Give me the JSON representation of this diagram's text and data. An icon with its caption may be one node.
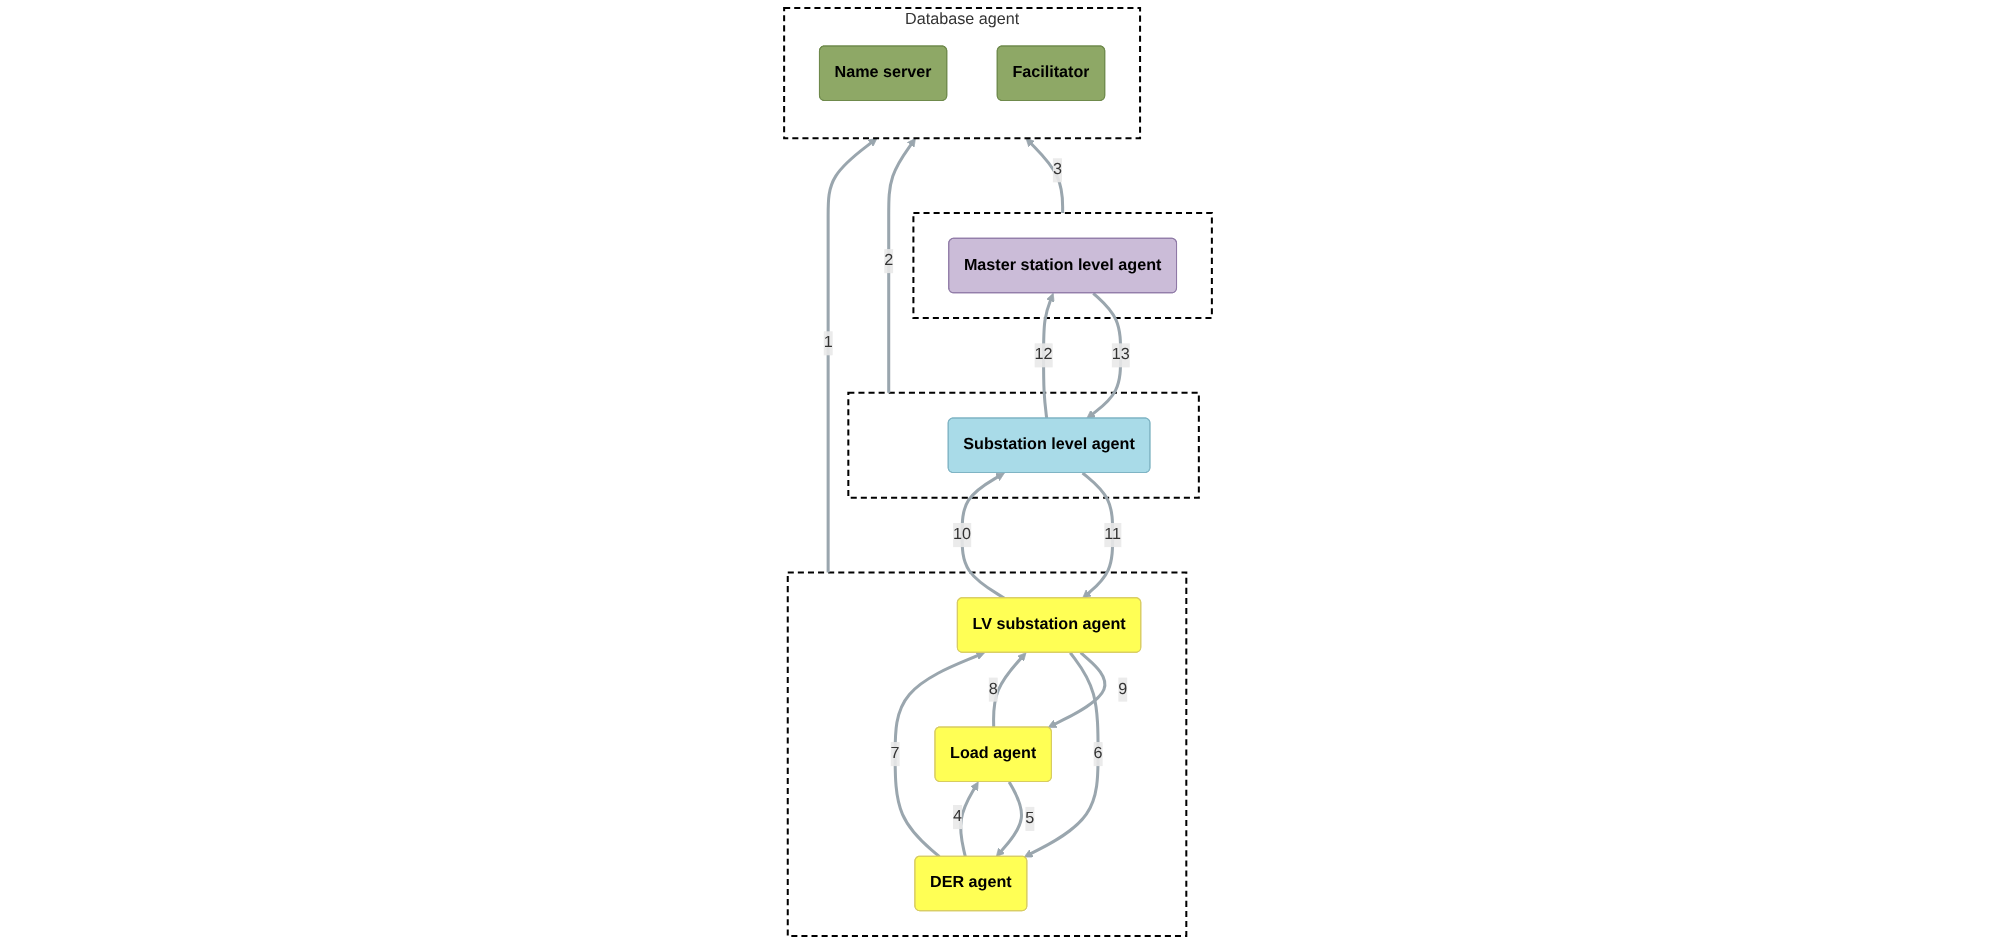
{
  "diagram": {
    "nodes": [
      {
        "text": [
          "Database agent"
        ]
      },
      {
        "text": [
          "Name server"
        ],
        "in": 0
      },
      {
        "text": [
          "Facilitator"
        ],
        "in": 0
      },
      {
        "text": [],
        "shape": "box"
      },
      {
        "text": [
          "DER agent"
        ],
        "in": 3
      },
      {
        "text": [
          "Load agent"
        ],
        "in": 3
      },
      {
        "text": [
          "LV substation agent"
        ],
        "in": 3
      },
      {
        "text": [],
        "shape": "box"
      },
      {
        "text": [
          "Substation level agent"
        ],
        "in": 7
      },
      {
        "text": [],
        "shape": "box"
      },
      {
        "text": [
          "Master station level agent"
        ],
        "in": 9
      }
    ],
    "edges": [
      {
        "from": 3,
        "to": 0,
        "arrow": "to",
        "label": "1"
      },
      {
        "from": 7,
        "to": 0,
        "arrow": "to",
        "label": "2"
      },
      {
        "from": 9,
        "to": 0,
        "arrow": "to",
        "label": "3"
      },
      {
        "from": 4,
        "to": 5,
        "arrow": "to",
        "label": "4"
      },
      {
        "from": 5,
        "to": 4,
        "arrow": "to",
        "label": "5"
      },
      {
        "from": 6,
        "to": 4,
        "arrow": "to",
        "label": "6"
      },
      {
        "from": 4,
        "to": 6,
        "arrow": "to",
        "label": "7"
      },
      {
        "from": 5,
        "to": 6,
        "arrow": "to",
        "label": "8"
      },
      {
        "from": 6,
        "to": 5,
        "arrow": "to",
        "label": "9"
      },
      {
        "from": 6,
        "to": 8,
        "arrow": "to",
        "label": "10"
      },
      {
        "from": 8,
        "to": 6,
        "arrow": "to",
        "label": "11"
      },
      {
        "from": 8,
        "to": 10,
        "arrow": "to",
        "label": "12"
      },
      {
        "from": 10,
        "to": 8,
        "arrow": "to",
        "label": "13"
      }
    ]
  }
}
